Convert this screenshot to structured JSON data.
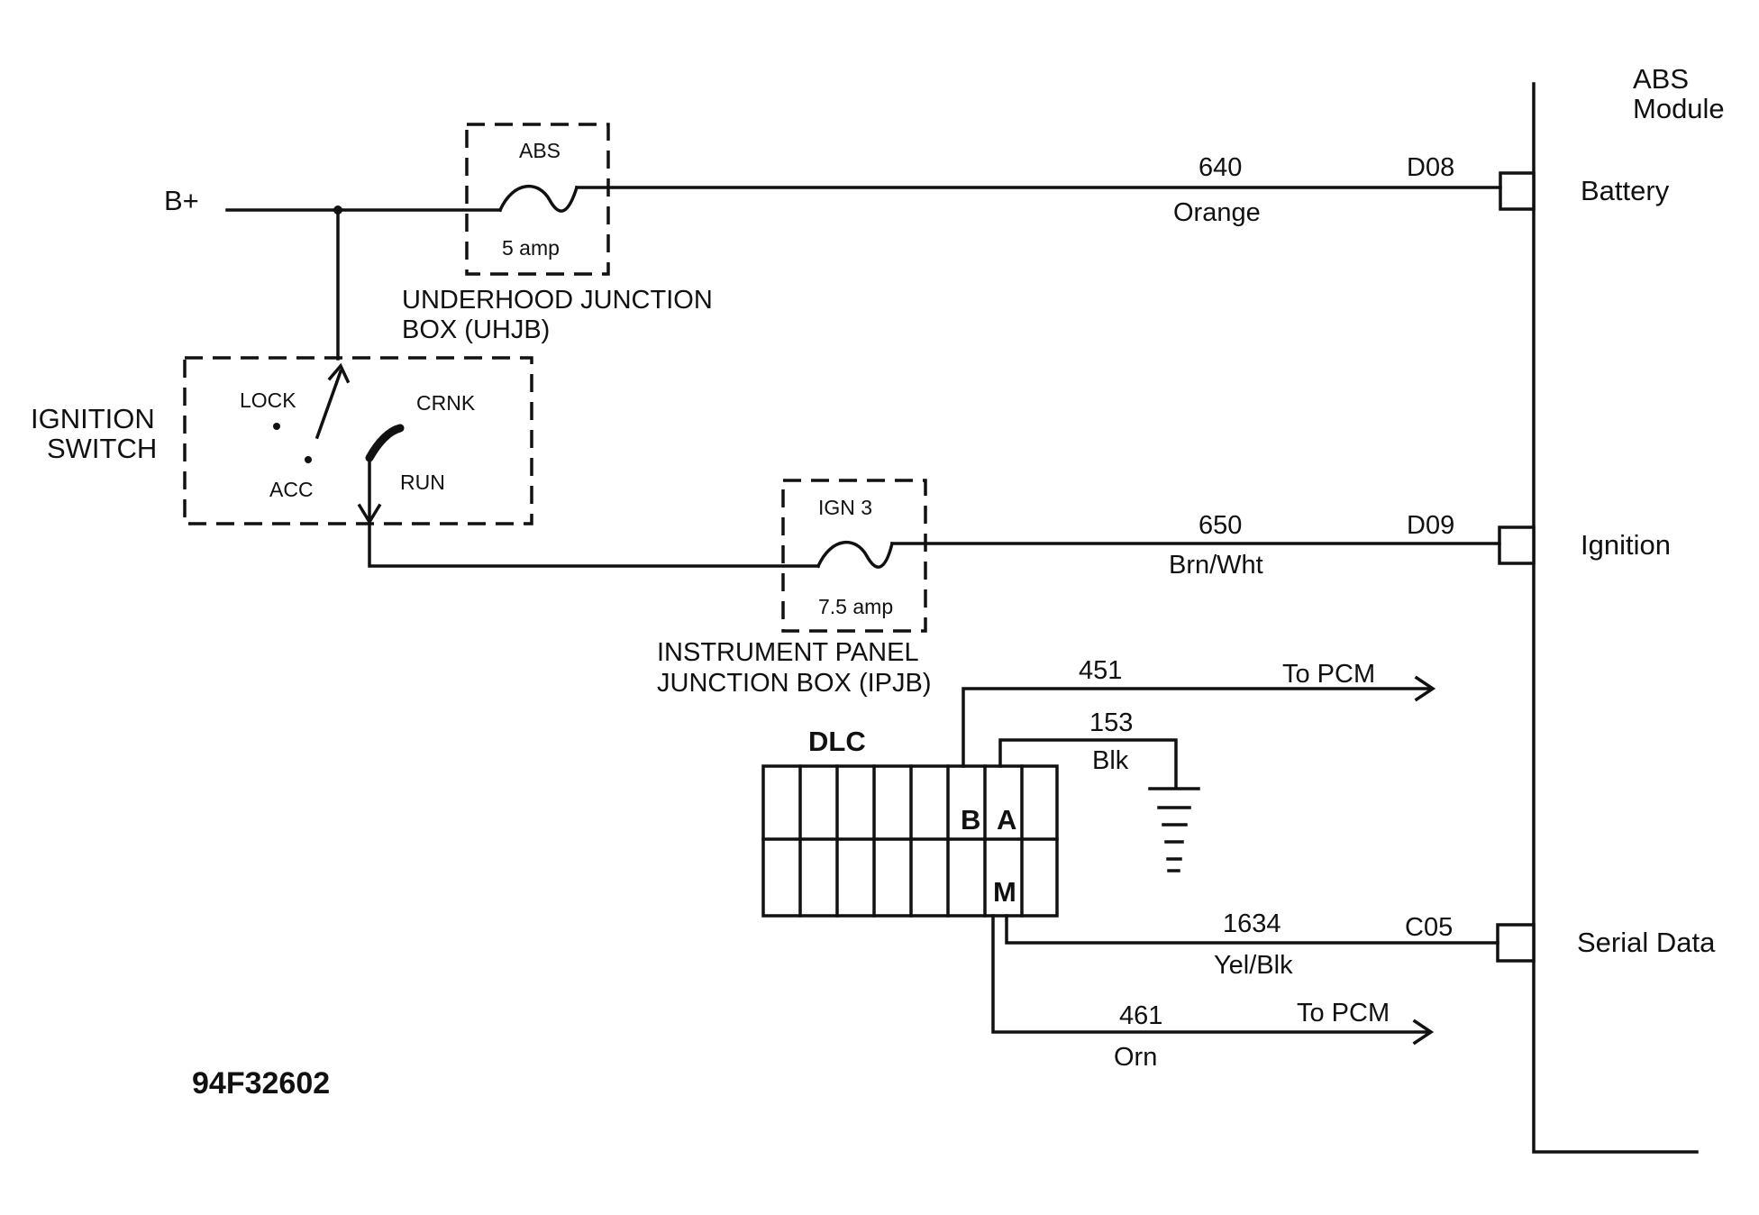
{
  "module": {
    "line1": "ABS",
    "line2": "Module"
  },
  "pins": {
    "battery": "Battery",
    "ignition": "Ignition",
    "serial_data": "Serial Data"
  },
  "source": "B+",
  "uhjb": {
    "fuse_name": "ABS",
    "fuse_rating": "5 amp",
    "line1": "UNDERHOOD JUNCTION",
    "line2": "BOX (UHJB)"
  },
  "ipjb": {
    "fuse_name": "IGN 3",
    "fuse_rating": "7.5 amp",
    "line1": "INSTRUMENT PANEL",
    "line2": "JUNCTION BOX (IPJB)"
  },
  "ignition_switch": {
    "line1": "IGNITION",
    "line2": "SWITCH",
    "positions": {
      "lock": "LOCK",
      "acc": "ACC",
      "crnk": "CRNK",
      "run": "RUN"
    }
  },
  "circuits": {
    "c640": {
      "number": "640",
      "color": "Orange",
      "connector": "D08"
    },
    "c650": {
      "number": "650",
      "color": "Brn/Wht",
      "connector": "D09"
    },
    "c1634": {
      "number": "1634",
      "color": "Yel/Blk",
      "connector": "C05"
    },
    "c451": {
      "number": "451",
      "destination": "To PCM"
    },
    "c153": {
      "number": "153",
      "color": "Blk"
    },
    "c461": {
      "number": "461",
      "color": "Orn",
      "destination": "To PCM"
    }
  },
  "dlc": {
    "title": "DLC",
    "pins": {
      "b": "B",
      "a": "A",
      "m": "M"
    }
  },
  "figure_id": "94F32602"
}
